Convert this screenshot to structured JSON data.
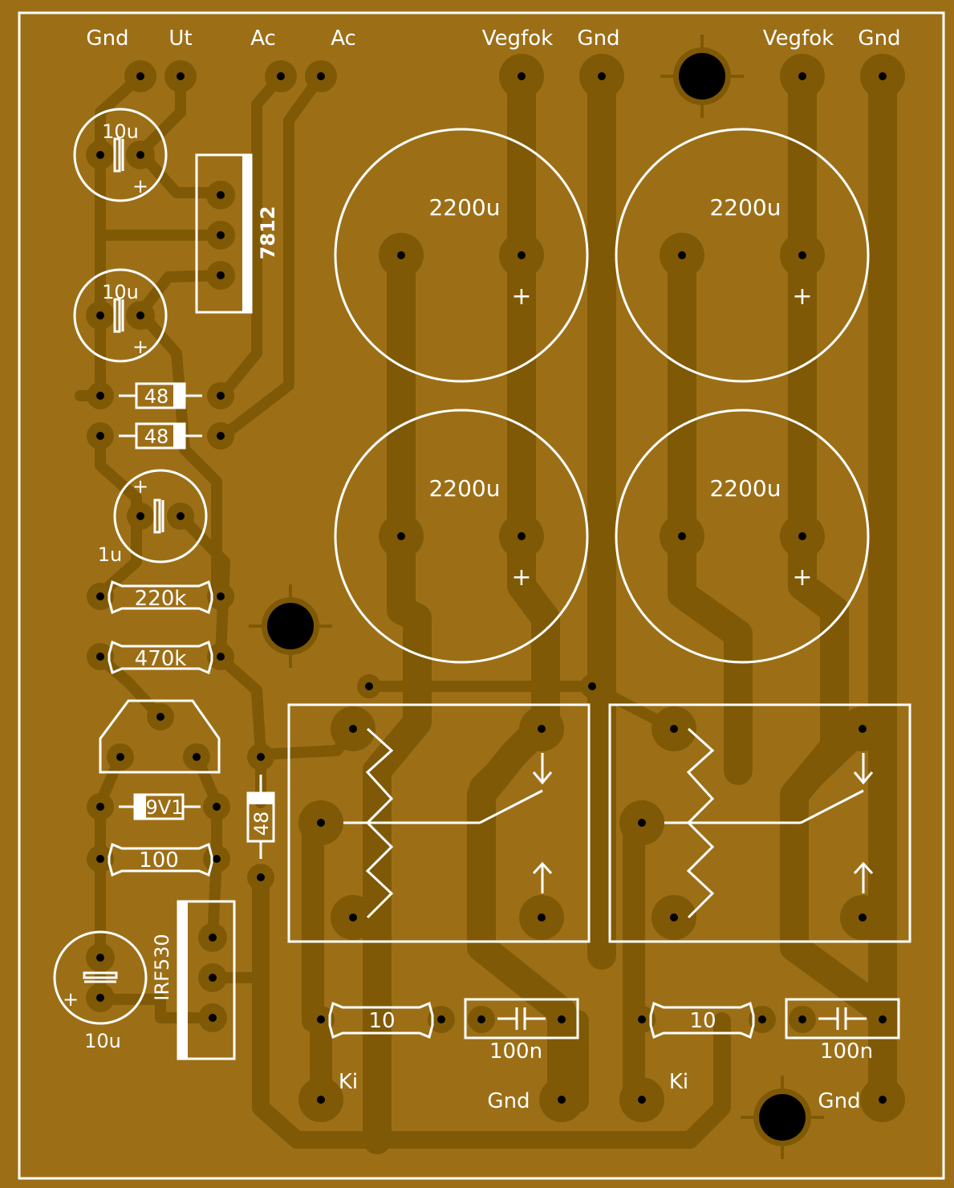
{
  "colors": {
    "board": "#9c6f17",
    "copper": "#7f5906",
    "silkscreen": "#ffffff",
    "hole": "#000000"
  },
  "connector_labels": {
    "gnd1": "Gnd",
    "ut": "Ut",
    "ac1": "Ac",
    "ac2": "Ac",
    "vegfok1": "Vegfok",
    "gnd2": "Gnd",
    "vegfok2": "Vegfok",
    "gnd3": "Gnd",
    "ki1": "Ki",
    "gnd4": "Gnd",
    "ki2": "Ki",
    "gnd5": "Gnd"
  },
  "components": {
    "c_10u_top": "10u",
    "c_10u_mid": "10u",
    "regulator": "7812",
    "diode1": "48",
    "diode2": "48",
    "c_1u": "1u",
    "r_220k": "220k",
    "r_470k": "470k",
    "zener": "9V1",
    "r_100": "100",
    "diode3": "48",
    "mosfet": "IRF530",
    "c_10u_bottom": "10u",
    "c_2200u_1": "2200u",
    "c_2200u_2": "2200u",
    "c_2200u_3": "2200u",
    "c_2200u_4": "2200u",
    "r_10_left": "10",
    "c_100n_left": "100n",
    "r_10_right": "10",
    "c_100n_right": "100n"
  },
  "polarity_mark": "+"
}
